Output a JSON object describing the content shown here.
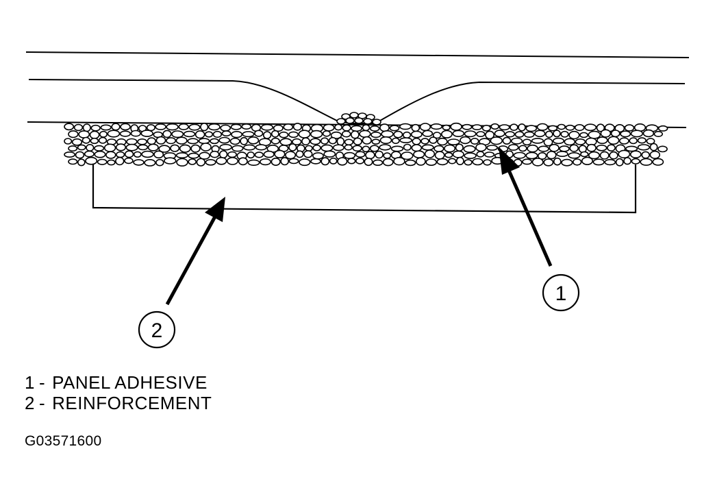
{
  "diagram": {
    "callouts": [
      {
        "id": "1",
        "label": "1"
      },
      {
        "id": "2",
        "label": "2"
      }
    ],
    "legend": [
      {
        "number": "1",
        "separator": "-",
        "text": "PANEL ADHESIVE"
      },
      {
        "number": "2",
        "separator": "-",
        "text": "REINFORCEMENT"
      }
    ],
    "figure_id": "G03571600"
  },
  "colors": {
    "ink": "#000000",
    "background": "#ffffff"
  }
}
